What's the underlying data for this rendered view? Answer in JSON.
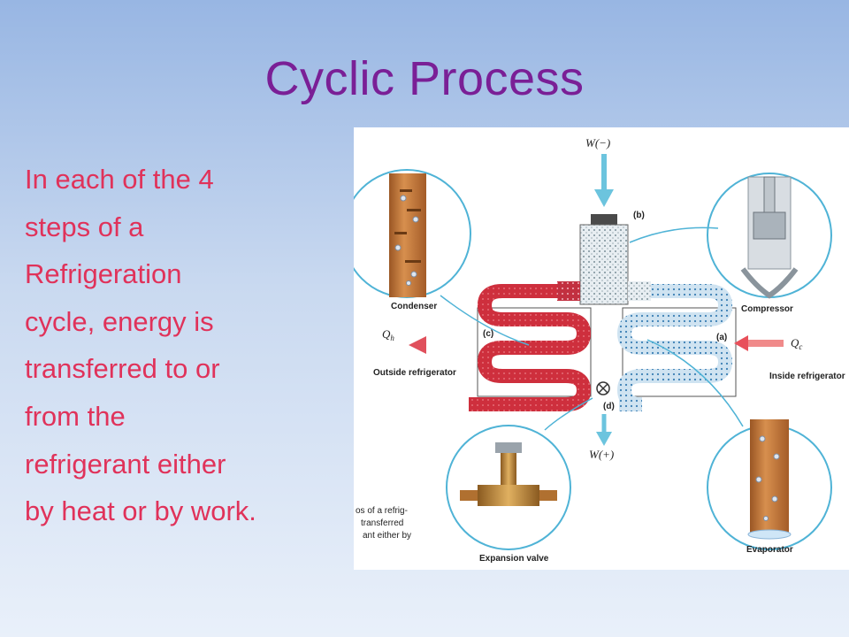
{
  "slide": {
    "title": "Cyclic Process",
    "body_lines": [
      "In each of the 4",
      "steps of a",
      "Refrigeration",
      "cycle, energy is",
      "transferred to or",
      "from the",
      "refrigerant either",
      "by heat or by work."
    ]
  },
  "diagram": {
    "work_in": "W(−)",
    "work_out": "W(+)",
    "heat_hot": "Q",
    "heat_hot_sub": "h",
    "heat_cold": "Q",
    "heat_cold_sub": "c",
    "step_a": "(a)",
    "step_b": "(b)",
    "step_c": "(c)",
    "step_d": "(d)",
    "condenser": "Condenser",
    "compressor": "Compressor",
    "outside": "Outside refrigerator",
    "inside": "Inside refrigerator",
    "expansion_valve": "Expansion valve",
    "evaporator": "Evaporator",
    "caption_lines": [
      "os of a refrig-",
      "transferred",
      "ant either by"
    ],
    "colors": {
      "hot": "#d8303a",
      "cold": "#3a8fc9",
      "hot_arrow": "#e8505a",
      "cold_arrow": "#f08a8a",
      "work_arrow": "#6cc4de",
      "circle_outline": "#4fb3d6",
      "copper": "#c97c3c"
    }
  }
}
